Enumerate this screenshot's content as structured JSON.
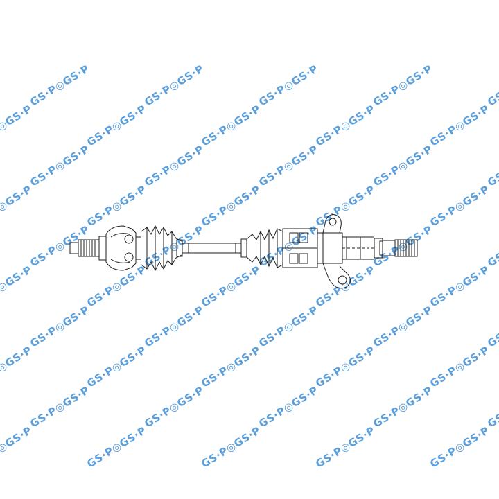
{
  "watermark": {
    "text": "GS·P◎GS·P",
    "color": "#3f8fd6"
  },
  "drawing": {
    "line_color": "#1c1c1c",
    "parts": [
      "outer-splined-stub",
      "outer-cv-joint",
      "outer-boot",
      "intermediate-shaft",
      "inner-boot",
      "inner-tripod-joint",
      "support-bearing-bracket",
      "inner-splined-stub"
    ]
  }
}
